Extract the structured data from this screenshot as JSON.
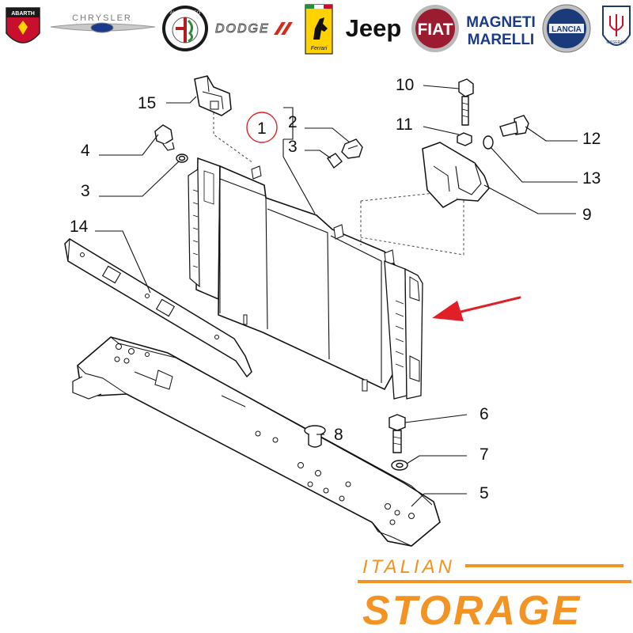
{
  "brand_logos": [
    {
      "name": "Abarth",
      "icon": "scorpion-shield-icon",
      "text": "ABARTH",
      "color": "#c8102e"
    },
    {
      "name": "Chrysler",
      "icon": "winged-badge-icon",
      "text": "CHRYSLER",
      "color": "#7a7a7a"
    },
    {
      "name": "Alfa Romeo",
      "icon": "alfa-roundel-icon",
      "text": "ALFA ROMEO",
      "color": "#b01e23"
    },
    {
      "name": "Dodge",
      "icon": "stripes-icon",
      "text": "DODGE",
      "color": "#d52b1e"
    },
    {
      "name": "Ferrari",
      "icon": "prancing-horse-icon",
      "text": "Ferrari",
      "color": "#ffd200"
    },
    {
      "name": "Jeep",
      "icon": "wordmark-icon",
      "text": "Jeep",
      "color": "#111111"
    },
    {
      "name": "Fiat",
      "icon": "fiat-roundel-icon",
      "text": "FIAT",
      "color": "#9b1b30"
    },
    {
      "name": "Magneti Marelli",
      "icon": "wordmark-icon",
      "text_line1": "MAGNETI",
      "text_line2": "MARELLI",
      "color": "#1a3a8a"
    },
    {
      "name": "Lancia",
      "icon": "lancia-shield-icon",
      "text": "LANCIA",
      "color": "#1a3a7a"
    },
    {
      "name": "Maserati",
      "icon": "trident-icon",
      "text": "MASERATI",
      "color": "#1f3b6e"
    }
  ],
  "callouts": {
    "c1": "1",
    "c2": "2",
    "c3a": "3",
    "c3b": "3",
    "c4": "4",
    "c5": "5",
    "c6": "6",
    "c7": "7",
    "c8": "8",
    "c9": "9",
    "c10": "10",
    "c11": "11",
    "c12": "12",
    "c13": "13",
    "c14": "14",
    "c15": "15"
  },
  "highlight_color": "#e11f26",
  "footer": {
    "line1": "ITALIAN",
    "line2": "STORAGE",
    "color": "#f39323"
  }
}
